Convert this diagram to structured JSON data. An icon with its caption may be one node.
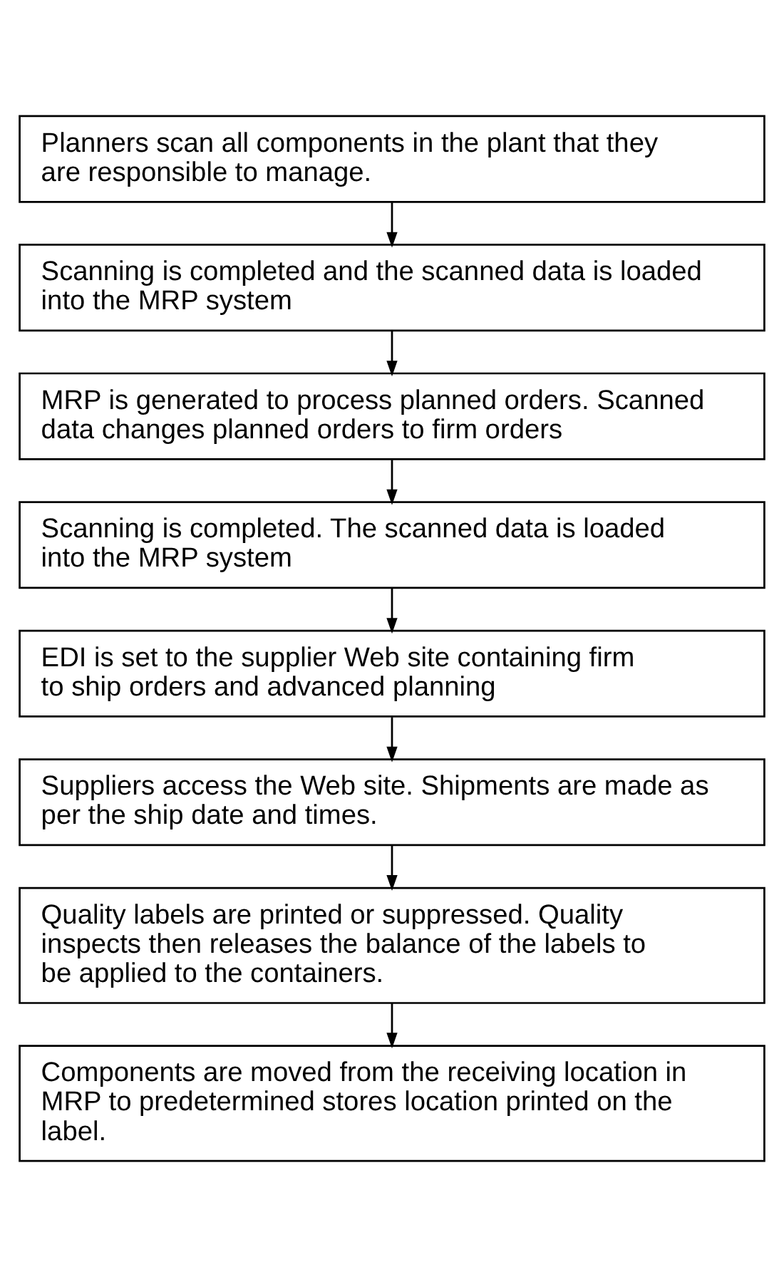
{
  "diagram": {
    "nodes": [
      {
        "text": [
          "Planners scan all components in the plant that they are responsible to manage."
        ]
      },
      {
        "text": [
          "Scanning is completed and the scanned data is loaded into the MRP system"
        ]
      },
      {
        "text": [
          "MRP is generated to process planned orders. Scanned data changes planned orders to firm orders"
        ]
      },
      {
        "text": [
          "Scanning is completed. The scanned data is loaded into the MRP system"
        ]
      },
      {
        "text": [
          "EDI is set to the supplier Web site containing firm to ship orders and advanced planning"
        ]
      },
      {
        "text": [
          "Suppliers access the Web site. Shipments are made as per the ship date and times."
        ]
      },
      {
        "text": [
          "Quality labels are printed or suppressed. Quality inspects then releases the balance of the labels to be applied to the containers."
        ]
      },
      {
        "text": [
          "Components are moved from the receiving location in MRP to predetermined stores location printed on the label."
        ]
      }
    ],
    "edges": [
      {
        "from": 0,
        "to": 1,
        "arrow": "to"
      },
      {
        "from": 1,
        "to": 2,
        "arrow": "to"
      },
      {
        "from": 2,
        "to": 3,
        "arrow": "to"
      },
      {
        "from": 3,
        "to": 4,
        "arrow": "to"
      },
      {
        "from": 4,
        "to": 5,
        "arrow": "to"
      },
      {
        "from": 5,
        "to": 6,
        "arrow": "to"
      },
      {
        "from": 6,
        "to": 7,
        "arrow": "to"
      }
    ]
  }
}
